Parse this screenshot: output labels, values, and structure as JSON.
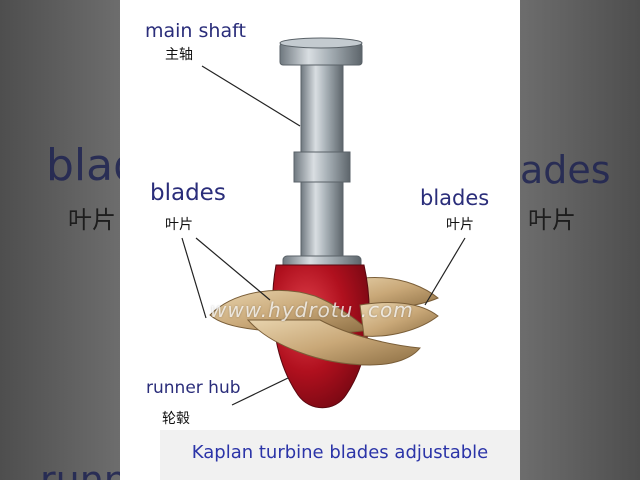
{
  "labels": {
    "main_shaft_en": "main shaft",
    "main_shaft_zh": "主轴",
    "blades_left_en": "blades",
    "blades_left_zh": "叶片",
    "blades_right_en": "blades",
    "blades_right_zh": "叶片",
    "runner_hub_en": "runner hub",
    "runner_hub_zh": "轮毂"
  },
  "watermark": "www.hydrotu   .com",
  "caption": "Kaplan turbine blades adjustable",
  "background_blur": {
    "left_top": "blad",
    "left_zh": "叶片",
    "left_bottom": "runner",
    "right_top": "ades",
    "right_zh": "叶片"
  },
  "colors": {
    "label_blue": "#2a2d7a",
    "caption_blue": "#2b34a8",
    "hub_red": "#b0101e",
    "blade_gold": "#c9a878",
    "shaft_steel": "#9aa3aa"
  }
}
